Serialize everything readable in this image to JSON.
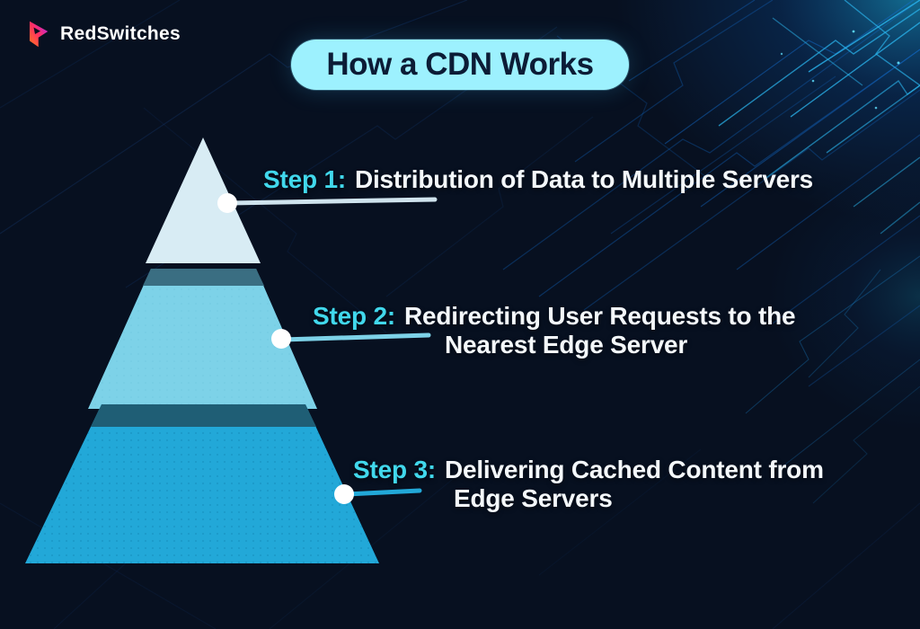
{
  "page": {
    "title_badge": "How a CDN Works",
    "background_color": "#071020"
  },
  "logo": {
    "text": "RedSwitches",
    "icon": "redswitches-arrow-icon"
  },
  "steps": [
    {
      "prefix": "Step 1:",
      "line1": "Distribution of Data to Multiple Servers",
      "line2": "",
      "tier_color": "#d8ecf4",
      "connector_color": "#cfe3ed"
    },
    {
      "prefix": "Step 2:",
      "line1": "Redirecting User Requests to the",
      "line2": "Nearest Edge Server",
      "tier_color": "#7dd2e8",
      "connector_color": "#7dd2e8"
    },
    {
      "prefix": "Step 3:",
      "line1": "Delivering Cached Content from",
      "line2": "Edge Servers",
      "tier_color": "#22a8d8",
      "connector_color": "#22a8d8"
    }
  ],
  "colors": {
    "background": "#071020",
    "badge_bg": "#9df1fe",
    "badge_text": "#0c1c36",
    "accent_cyan": "#41d8ec",
    "text_white": "#f4f8fb",
    "tier2_shadow": "#3a6e82",
    "tier3_shadow": "#1f5e75",
    "connector_dot": "#ffffff",
    "circuit_blue": "#1470d4",
    "circuit_cyan": "#2bb7f0"
  }
}
